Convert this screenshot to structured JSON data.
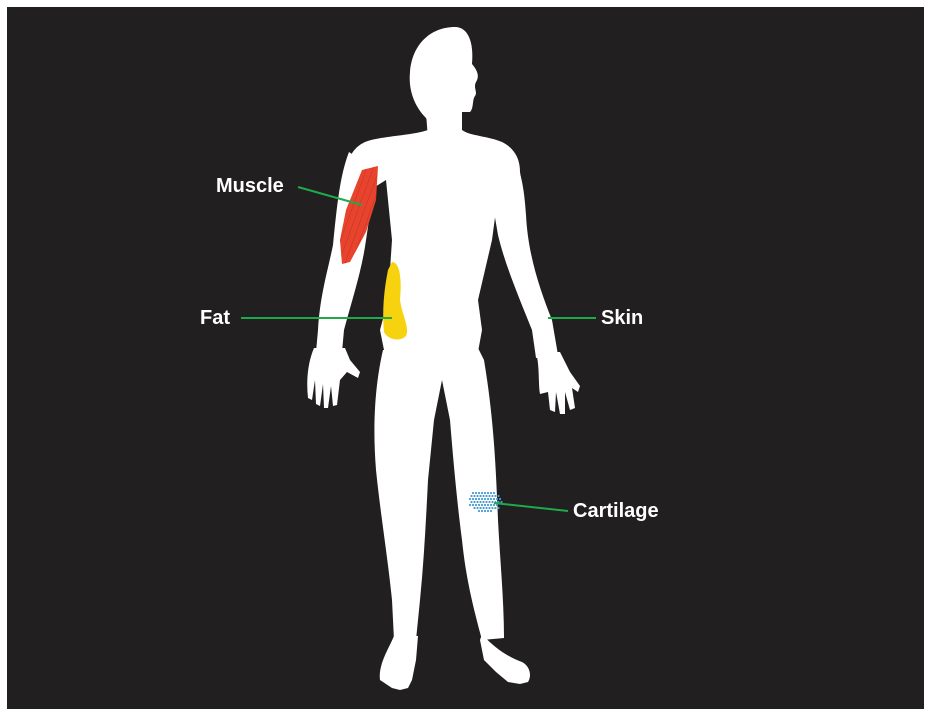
{
  "labels": {
    "muscle": "Muscle",
    "fat": "Fat",
    "skin": "Skin",
    "cartilage": "Cartilage"
  },
  "colors": {
    "background": "#221f20",
    "body": "#ffffff",
    "leader_line": "#1faa4a",
    "muscle": "#e8432d",
    "fat": "#f6d20f",
    "cartilage": "#4a9bd0",
    "label_text": "#ffffff"
  }
}
